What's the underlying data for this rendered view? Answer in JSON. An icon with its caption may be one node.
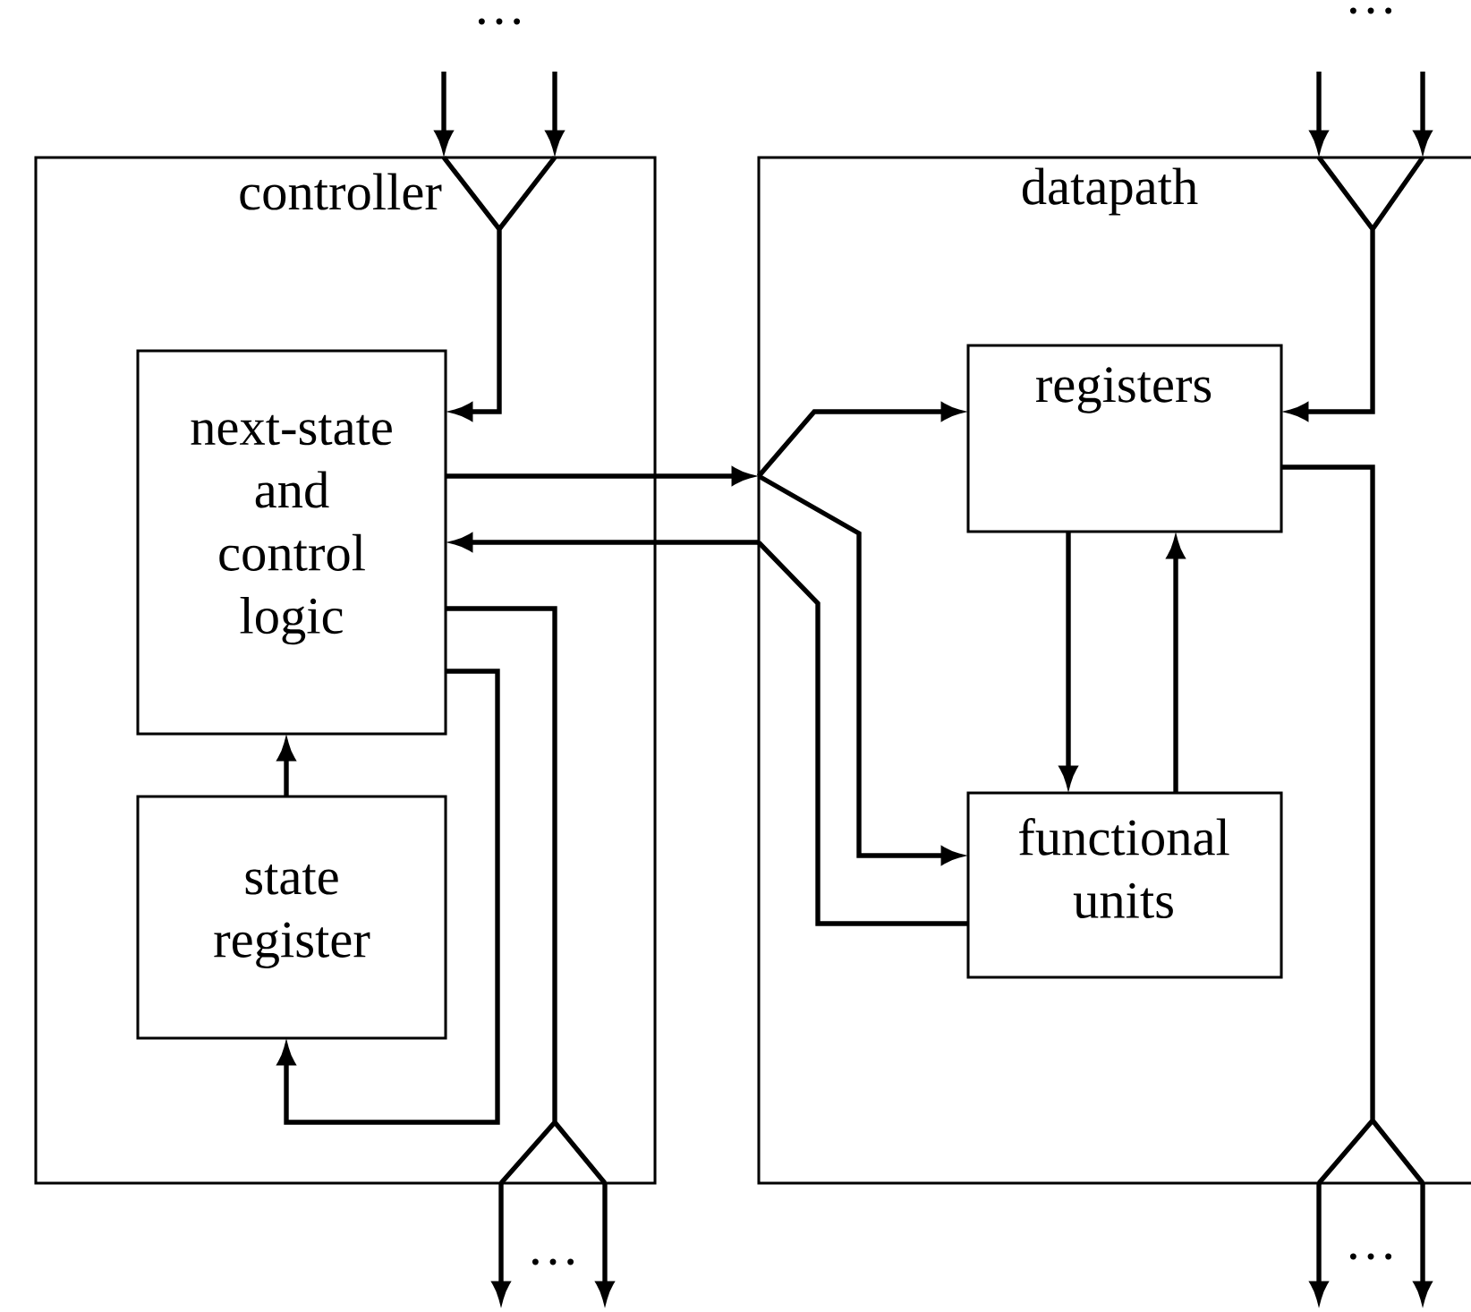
{
  "diagram": {
    "nodes": [
      {
        "text": [
          "controller"
        ]
      },
      {
        "text": [
          "next-state and control logic"
        ],
        "in": 0
      },
      {
        "text": [
          "state register"
        ],
        "in": 0
      },
      {
        "text": [
          "datapath"
        ]
      },
      {
        "text": [
          "registers"
        ],
        "in": 3
      },
      {
        "text": [
          "functional units"
        ],
        "in": 3
      }
    ],
    "edges": [
      {
        "from": null,
        "to": 0,
        "arrow": "to"
      },
      {
        "from": null,
        "to": 0,
        "arrow": "to"
      },
      {
        "from": 0,
        "to": 1,
        "arrow": "to"
      },
      {
        "from": 1,
        "to": 3,
        "arrow": "to"
      },
      {
        "from": 3,
        "to": 4,
        "arrow": "to"
      },
      {
        "from": 3,
        "to": 5,
        "arrow": "to"
      },
      {
        "from": 5,
        "to": 3,
        "arrow": "none"
      },
      {
        "from": 3,
        "to": 1,
        "arrow": "to"
      },
      {
        "from": 1,
        "to": 0,
        "arrow": "none"
      },
      {
        "from": 0,
        "to": null,
        "arrow": "to"
      },
      {
        "from": 0,
        "to": null,
        "arrow": "to"
      },
      {
        "from": 1,
        "to": 2,
        "arrow": "to"
      },
      {
        "from": 2,
        "to": 1,
        "arrow": "to"
      },
      {
        "from": null,
        "to": 3,
        "arrow": "to"
      },
      {
        "from": null,
        "to": 3,
        "arrow": "to"
      },
      {
        "from": 3,
        "to": 4,
        "arrow": "to"
      },
      {
        "from": 4,
        "to": 3,
        "arrow": "none"
      },
      {
        "from": 3,
        "to": null,
        "arrow": "to"
      },
      {
        "from": 3,
        "to": null,
        "arrow": "to"
      },
      {
        "from": 4,
        "to": 5,
        "arrow": "to"
      },
      {
        "from": 5,
        "to": 4,
        "arrow": "to"
      }
    ],
    "labels": [
      "…",
      "…",
      "…",
      "…"
    ]
  }
}
